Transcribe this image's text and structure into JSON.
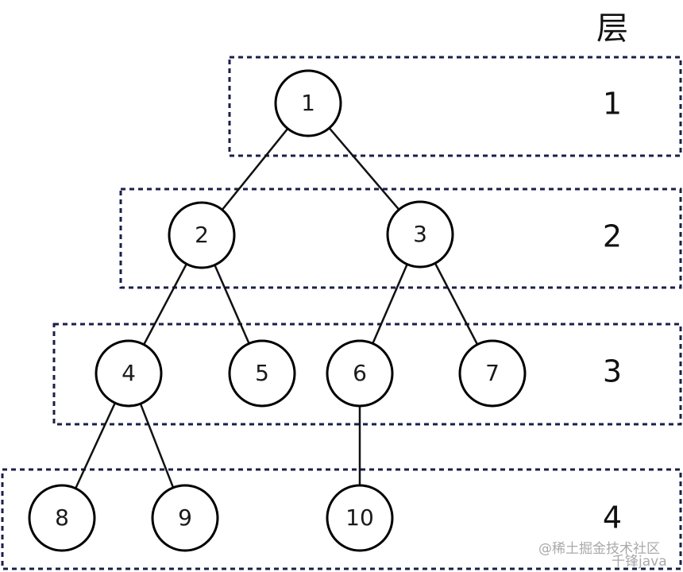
{
  "level_header": "层",
  "levels": [
    "1",
    "2",
    "3",
    "4"
  ],
  "nodes": [
    "1",
    "2",
    "3",
    "4",
    "5",
    "6",
    "7",
    "8",
    "9",
    "10"
  ],
  "edges": [
    [
      "1",
      "2"
    ],
    [
      "1",
      "3"
    ],
    [
      "2",
      "4"
    ],
    [
      "2",
      "5"
    ],
    [
      "3",
      "6"
    ],
    [
      "3",
      "7"
    ],
    [
      "4",
      "8"
    ],
    [
      "4",
      "9"
    ],
    [
      "6",
      "10"
    ]
  ],
  "watermark": {
    "site": "@稀土掘金技术社区",
    "author": "千锋java"
  },
  "colors": {
    "box_border": "#1b1f4a",
    "node_stroke": "#000000",
    "edge": "#111111"
  }
}
